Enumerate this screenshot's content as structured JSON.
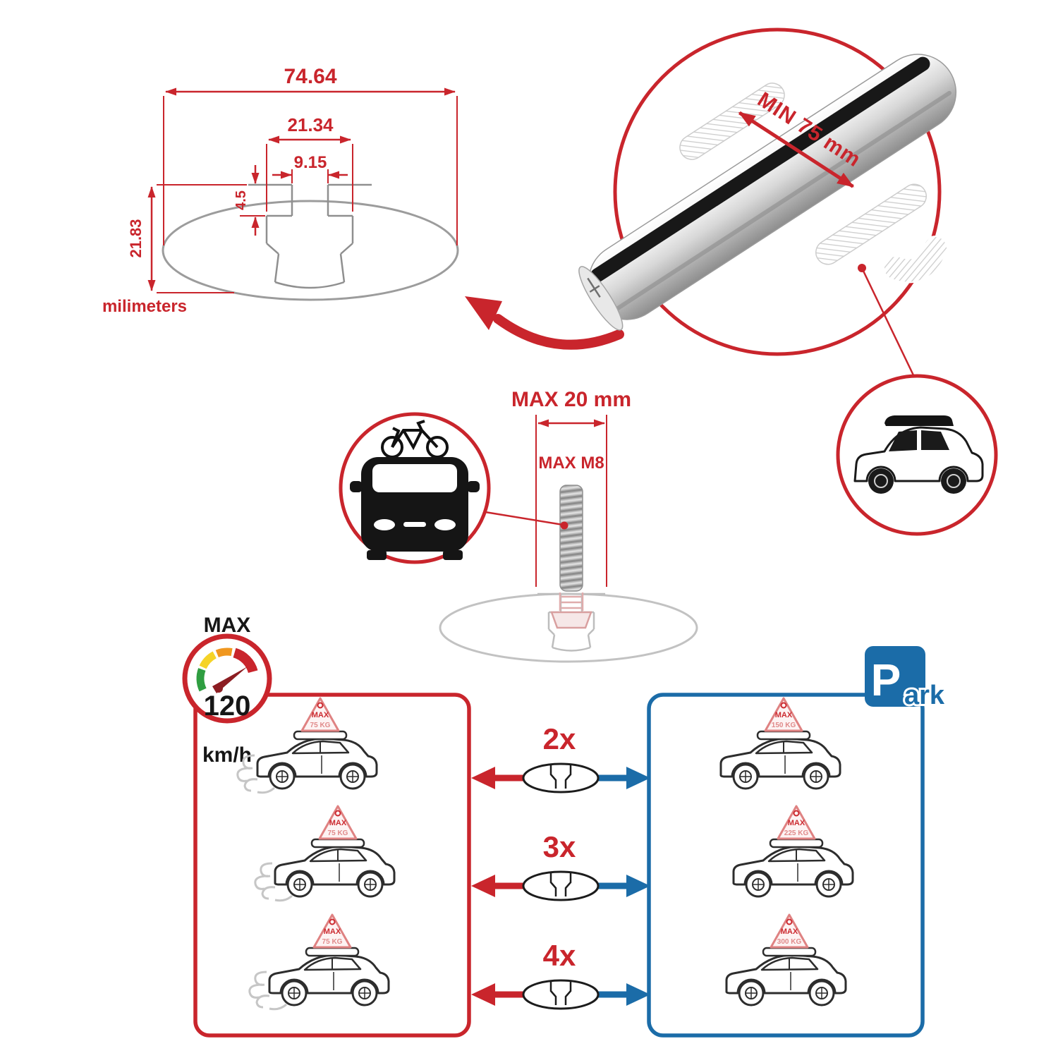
{
  "technical_drawing": {
    "width_total": "74.64",
    "channel_width": "21.34",
    "slot_width": "9.15",
    "lip_depth": "4.5",
    "height": "21.83",
    "units_label": "milimeters"
  },
  "crossbar_detail": {
    "min_clamp_span": "MIN 75 mm"
  },
  "bolt_detail": {
    "max_width": "MAX 20 mm",
    "max_thread": "MAX M8"
  },
  "speed_limit": {
    "label": "MAX",
    "value": "120",
    "unit": "km/h"
  },
  "parking_sign": {
    "letter": "P",
    "suffix": "ark"
  },
  "driving_column": {
    "cars": [
      {
        "load_label": "MAX",
        "load_value": "75 KG"
      },
      {
        "load_label": "MAX",
        "load_value": "75 KG"
      },
      {
        "load_label": "MAX",
        "load_value": "75 KG"
      }
    ]
  },
  "bar_options": [
    {
      "count": "2x"
    },
    {
      "count": "3x"
    },
    {
      "count": "4x"
    }
  ],
  "parked_column": {
    "cars": [
      {
        "load_label": "MAX",
        "load_value": "150 KG"
      },
      {
        "load_label": "MAX",
        "load_value": "225 KG"
      },
      {
        "load_label": "MAX",
        "load_value": "300 KG"
      }
    ]
  },
  "colors": {
    "red": "#c9252c",
    "blue": "#1b6ca8",
    "gray": "#b9b9b9",
    "black": "#1a1a1a"
  }
}
